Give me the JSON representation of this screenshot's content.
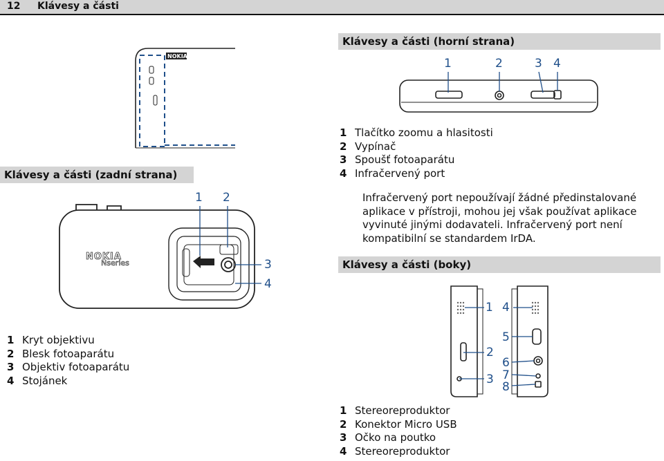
{
  "header": {
    "page_number": "12",
    "title": "Klávesy a části"
  },
  "top_section": {
    "title": "Klávesy a části (horní strana)",
    "callouts": [
      "1",
      "2",
      "3",
      "4"
    ],
    "items": [
      {
        "num": "1",
        "label": "Tlačítko zoomu a hlasitosti"
      },
      {
        "num": "2",
        "label": "Vypínač"
      },
      {
        "num": "3",
        "label": "Spoušť fotoaparátu"
      },
      {
        "num": "4",
        "label": "Infračervený port"
      }
    ],
    "note_lines": [
      "Infračervený port nepoužívají žádné předinstalované",
      "aplikace v přístroji, mohou jej však používat aplikace",
      "vyvinuté jinými dodavateli. Infračervený port není",
      "kompatibilní se standardem IrDA."
    ]
  },
  "back_section": {
    "title": "Klávesy a části (zadní strana)",
    "brand": "NOKIA",
    "series": "Nseries",
    "callouts": [
      "1",
      "2",
      "3",
      "4"
    ],
    "items": [
      {
        "num": "1",
        "label": "Kryt objektivu"
      },
      {
        "num": "2",
        "label": "Blesk fotoaparátu"
      },
      {
        "num": "3",
        "label": "Objektiv fotoaparátu"
      },
      {
        "num": "4",
        "label": "Stojánek"
      }
    ]
  },
  "sides_section": {
    "title": "Klávesy a části (boky)",
    "callouts": [
      "1",
      "2",
      "3",
      "4",
      "5",
      "6",
      "7",
      "8"
    ],
    "items": [
      {
        "num": "1",
        "label": "Stereoreproduktor"
      },
      {
        "num": "2",
        "label": "Konektor Micro USB"
      },
      {
        "num": "3",
        "label": "Očko na poutko"
      },
      {
        "num": "4",
        "label": "Stereoreproduktor"
      }
    ]
  },
  "colors": {
    "band": "#d4d4d4",
    "callout": "#1f4f8a",
    "phone_outline": "#222222"
  }
}
